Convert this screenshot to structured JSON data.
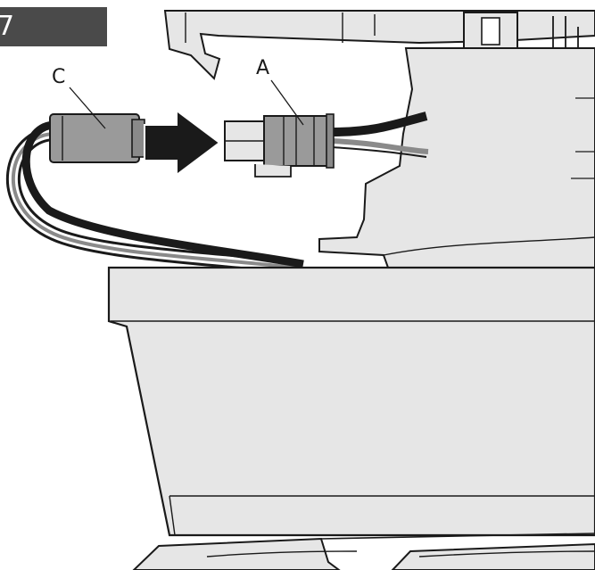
{
  "step": {
    "number": "7"
  },
  "callouts": {
    "a": "A",
    "c": "C"
  },
  "colors": {
    "badge_background": "#4a4a4a",
    "housing_fill": "#e6e6e6",
    "connector_fill": "#9a9a9a",
    "arrow_fill": "#1a1a1a",
    "wire_black": "#1a1a1a",
    "wire_white": "#ffffff",
    "wire_gray": "#8a8a8a"
  },
  "icons": {
    "direction_arrow": "right-arrow-icon"
  }
}
